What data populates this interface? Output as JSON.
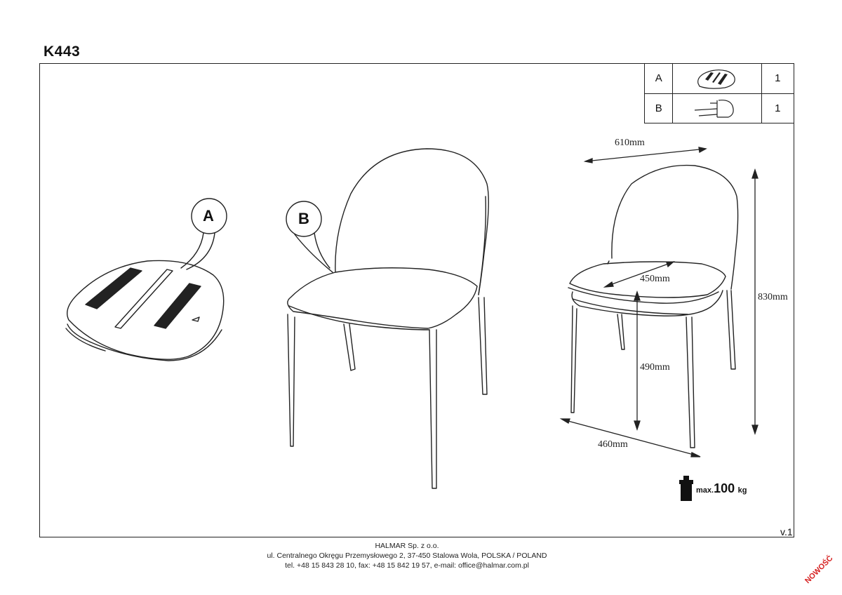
{
  "product": {
    "code": "K443"
  },
  "parts": [
    {
      "label": "A",
      "icon": "seat-cushion-icon",
      "qty": "1"
    },
    {
      "label": "B",
      "icon": "chair-frame-icon",
      "qty": "1"
    }
  ],
  "callouts": {
    "a": "A",
    "b": "B"
  },
  "dimensions": {
    "width": "610mm",
    "height": "830mm",
    "seat_depth": "450mm",
    "seat_height": "490mm",
    "depth": "460mm"
  },
  "max_load": {
    "prefix": "max.",
    "value": "100",
    "unit": "kg",
    "icon": "weight-icon"
  },
  "version": "v.1",
  "footer": {
    "company": "HALMAR Sp. z o.o.",
    "address": "ul. Centralnego Okręgu Przemysłowego 2, 37-450 Stalowa Wola, POLSKA / POLAND",
    "contact": "tel. +48 15 843 28 10, fax: +48 15 842 19 57, e-mail: office@halmar.com.pl"
  },
  "badge": "NOWOŚĆ"
}
